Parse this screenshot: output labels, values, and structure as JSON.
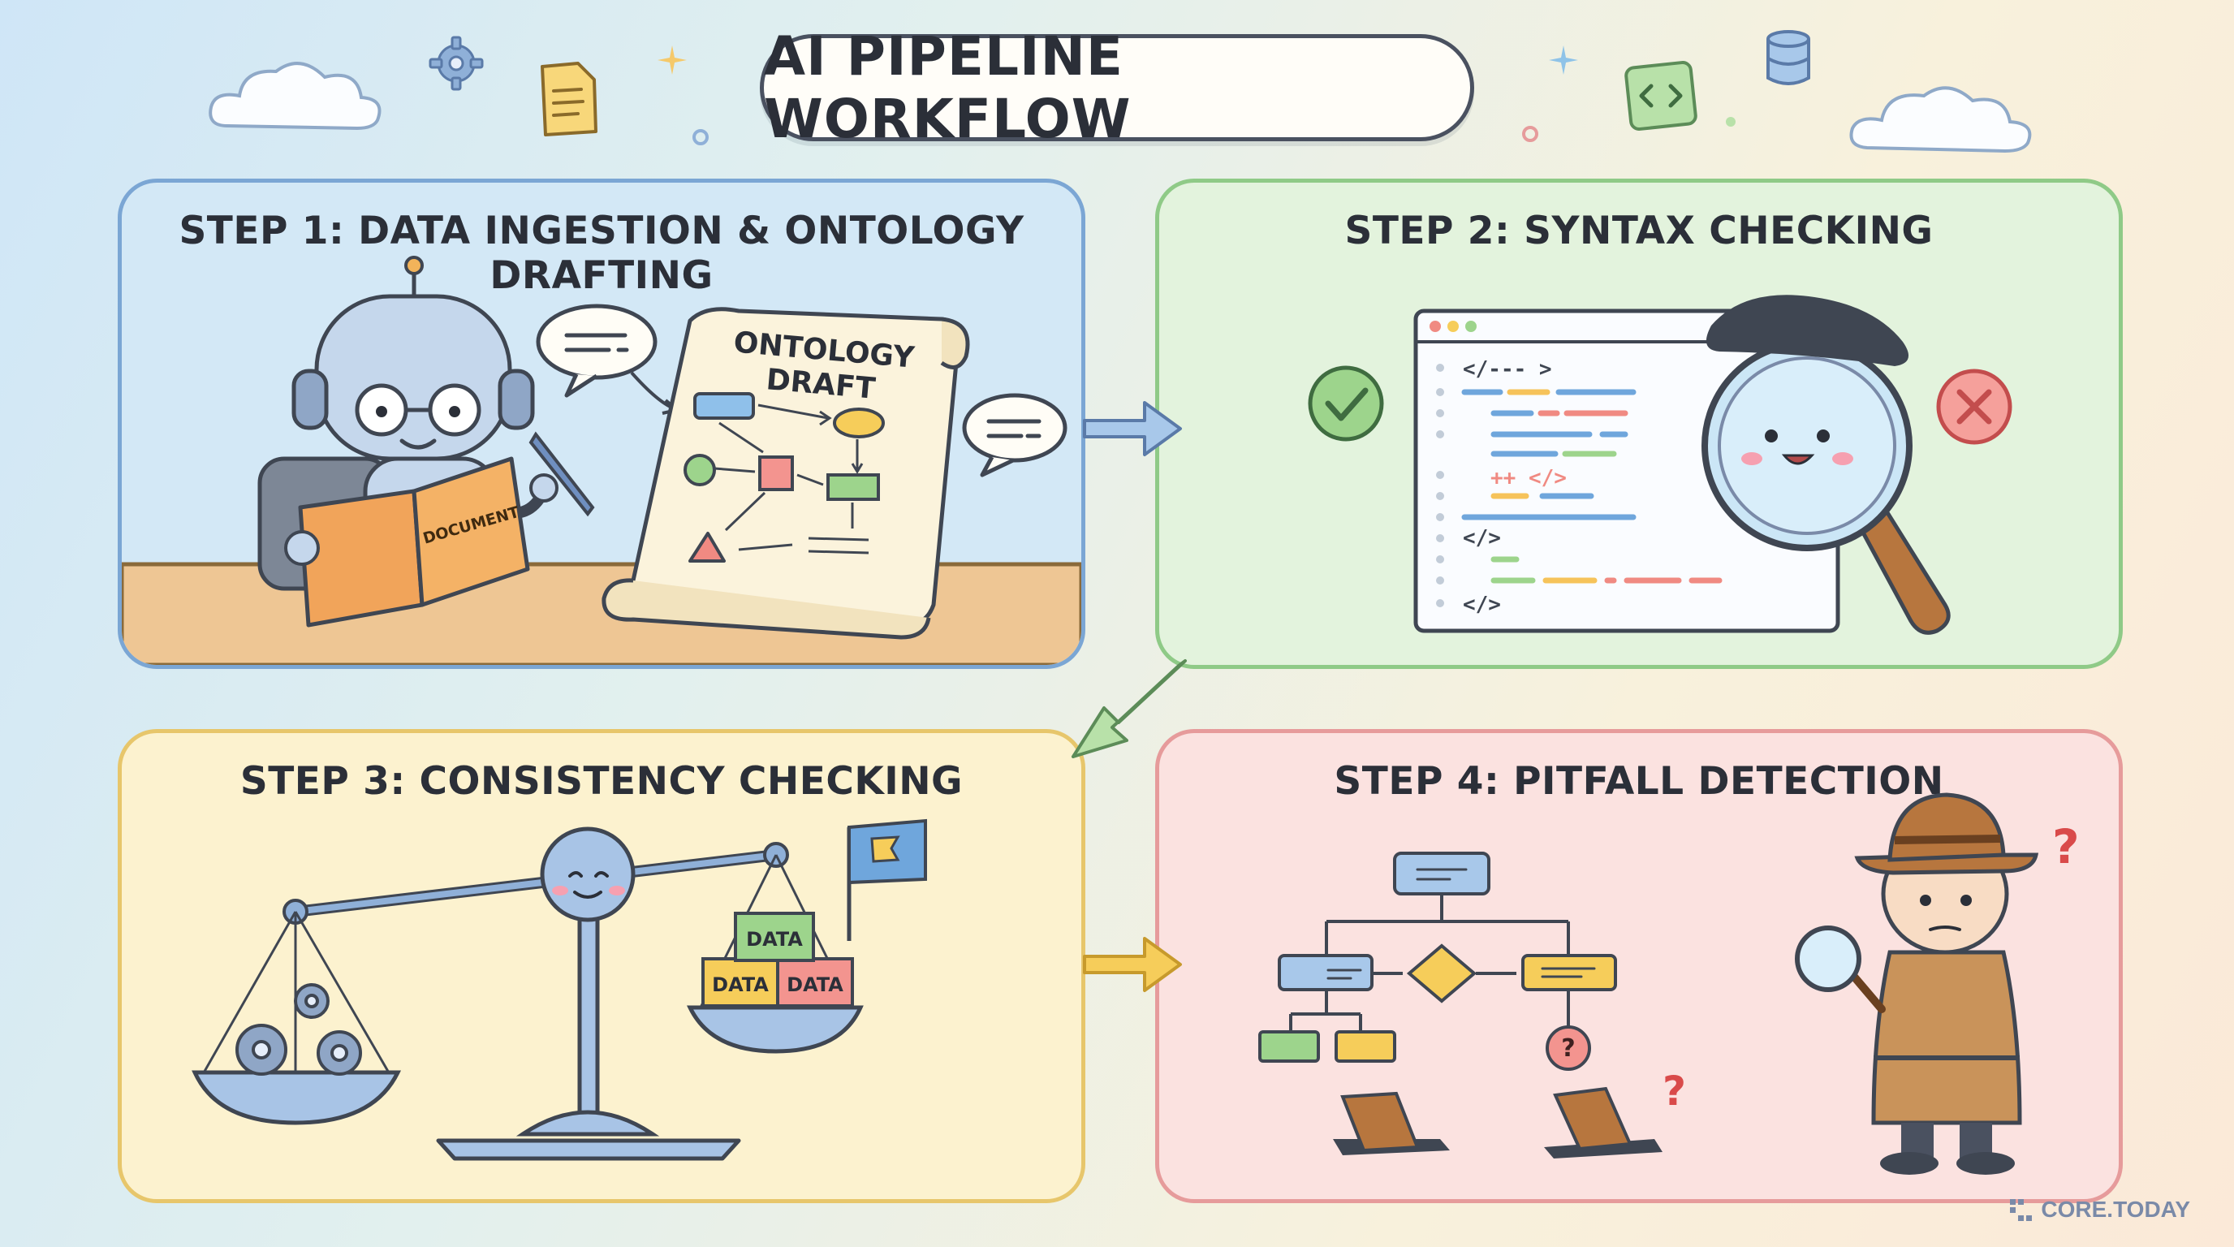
{
  "title": "AI PIPELINE WORKFLOW",
  "steps": [
    {
      "title": "STEP 1: DATA INGESTION & ONTOLOGY DRAFTING",
      "book_label": "DOCUMENT",
      "scroll_title_line1": "ONTOLOGY",
      "scroll_title_line2": "DRAFT"
    },
    {
      "title": "STEP 2: SYNTAX CHECKING",
      "code_lines": [
        "</--- >",
        "++ </>",
        "</>",
        "</>"
      ]
    },
    {
      "title": "STEP 3: CONSISTENCY CHECKING",
      "box_labels": [
        "DATA",
        "DATA",
        "DATA"
      ]
    },
    {
      "title": "STEP 4: PITFALL DETECTION",
      "question_mark": "?"
    }
  ],
  "brand": "CORE.TODAY",
  "colors": {
    "step1": "#d3e8f6",
    "step2": "#e3f3dd",
    "step3": "#fcf2cf",
    "step4": "#fbe2e0",
    "outline": "#4a5160"
  }
}
